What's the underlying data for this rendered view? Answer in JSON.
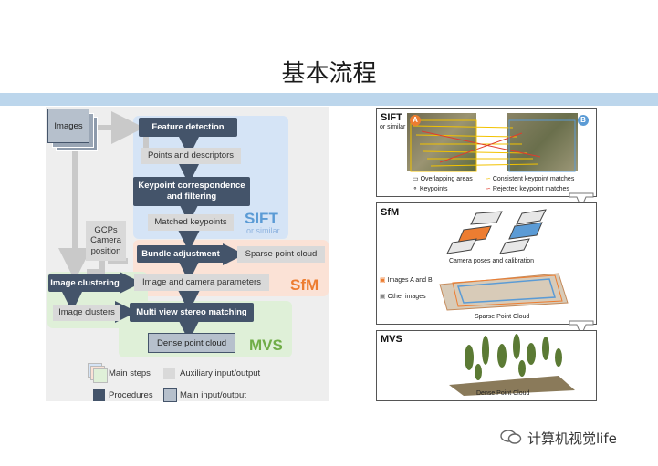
{
  "slide": {
    "title": "基本流程",
    "watermark": "计算机视觉life"
  },
  "flow": {
    "images": "Images",
    "feature_detection": "Feature detection",
    "points_descriptors": "Points and descriptors",
    "keypoint_corr_1": "Keypoint correspondence",
    "keypoint_corr_2": "and filtering",
    "matched_keypoints": "Matched keypoints",
    "gcps_1": "GCPs",
    "gcps_2": "Camera",
    "gcps_3": "position",
    "bundle_adjustment": "Bundle adjustment",
    "sparse_point_cloud": "Sparse point cloud",
    "image_clustering": "Image clustering",
    "image_camera_params": "Image and camera parameters",
    "image_clusters": "Image clusters",
    "mvs_matching": "Multi view stereo matching",
    "dense_point_cloud": "Dense point cloud",
    "sift_tag": "SIFT",
    "sift_sub": "or similar",
    "sfm_tag": "SfM",
    "mvs_tag": "MVS"
  },
  "legend": {
    "main_steps": "Main steps",
    "aux_io": "Auxiliary input/output",
    "procedures": "Procedures",
    "main_io": "Main input/output"
  },
  "right": {
    "sift": {
      "label": "SIFT",
      "sub": "or similar",
      "badge_a": "A",
      "badge_b": "B",
      "overlap": "Overlapping areas",
      "consistent": "Consistent keypoint matches",
      "keypoints": "Keypoints",
      "rejected": "Rejected keypoint matches"
    },
    "sfm": {
      "label": "SfM",
      "poses": "Camera poses and calibration",
      "images_ab": "Images A and B",
      "other": "Other images",
      "sparse": "Sparse Point Cloud"
    },
    "mvs": {
      "label": "MVS",
      "dense": "Dense Point Cloud"
    }
  },
  "colors": {
    "procedure": "#44546a",
    "aux": "#d9d9d9",
    "sift": "#5b9bd5",
    "sfm": "#ed7d31",
    "mvs": "#70ad47",
    "accent_bar": "#bcd6ec"
  }
}
